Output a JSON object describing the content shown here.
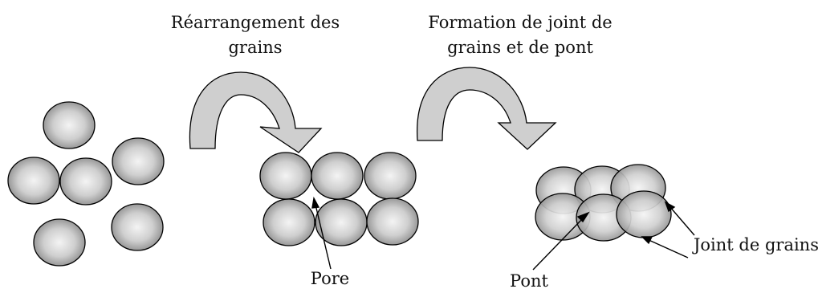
{
  "labels": {
    "step1_line1": "Réarrangement des",
    "step1_line2": "grains",
    "step2_line1": "Formation de joint de",
    "step2_line2": "grains et de pont",
    "pore": "Pore",
    "pont": "Pont",
    "joint": "Joint de grains"
  },
  "colors": {
    "grain_center": "#f4f4f4",
    "grain_edge": "#8a8a8a",
    "arrow_fill": "#cfcfcf",
    "stroke": "#000000"
  }
}
